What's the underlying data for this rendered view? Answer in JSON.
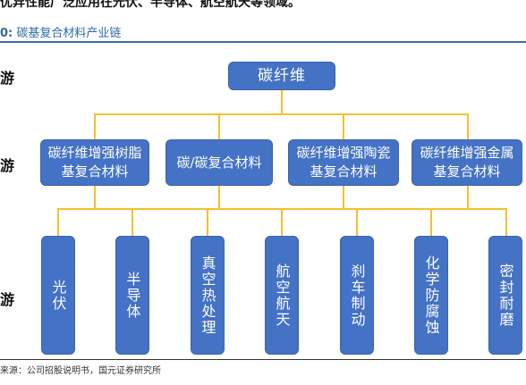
{
  "header": {
    "intro_text": "优异性能广泛应用在光伏、半导体、航空航天等领域。",
    "figure_number": "0:",
    "figure_title": "碳基复合材料产业链"
  },
  "tiers": {
    "upstream": "游",
    "midstream": "游",
    "downstream": "游"
  },
  "nodes": {
    "root": "碳纤维",
    "middle": [
      "碳纤维增强树脂基复合材料",
      "碳/碳复合材料",
      "碳纤维增强陶瓷基复合材料",
      "碳纤维增强金属基复合材料"
    ],
    "applications": [
      "光伏",
      "半导体",
      "真空热处理",
      "航空航天",
      "刹车制动",
      "化学防腐蚀",
      "密封耐磨"
    ]
  },
  "footer": {
    "source": "来源：公司招股说明书，国元证券研究所"
  },
  "colors": {
    "box_fill": "#4472c4",
    "connector": "#f3c12c",
    "title_accent": "#2f6aa8"
  }
}
